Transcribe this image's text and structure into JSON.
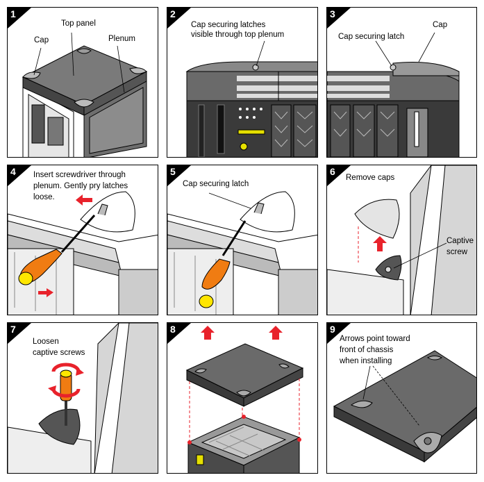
{
  "panels": [
    {
      "number": "1",
      "labels": {
        "top_panel": "Top panel",
        "cap": "Cap",
        "plenum": "Plenum"
      }
    },
    {
      "number": "2",
      "labels": {
        "latches_line1": "Cap securing latches",
        "latches_line2": "visible through top plenum"
      }
    },
    {
      "number": "3",
      "labels": {
        "latch": "Cap securing latch",
        "cap": "Cap"
      }
    },
    {
      "number": "4",
      "labels": {
        "line1": "Insert screwdriver through",
        "line2": "plenum.  Gently pry latches",
        "line3": "loose."
      }
    },
    {
      "number": "5",
      "labels": {
        "latch": "Cap securing latch"
      }
    },
    {
      "number": "6",
      "labels": {
        "remove": "Remove caps",
        "captive1": "Captive",
        "captive2": "screw"
      }
    },
    {
      "number": "7",
      "labels": {
        "line1": "Loosen",
        "line2": "captive screws"
      }
    },
    {
      "number": "8",
      "labels": {}
    },
    {
      "number": "9",
      "labels": {
        "line1": "Arrows point toward",
        "line2": "front of chassis",
        "line3": "when installing"
      }
    }
  ],
  "colors": {
    "arrow": "#e8222b",
    "handle": "#f07c12",
    "tip": "#ffe600",
    "dark": "#3a3a3a",
    "gray": "#8f8f8f",
    "light": "#cfcfcf"
  }
}
